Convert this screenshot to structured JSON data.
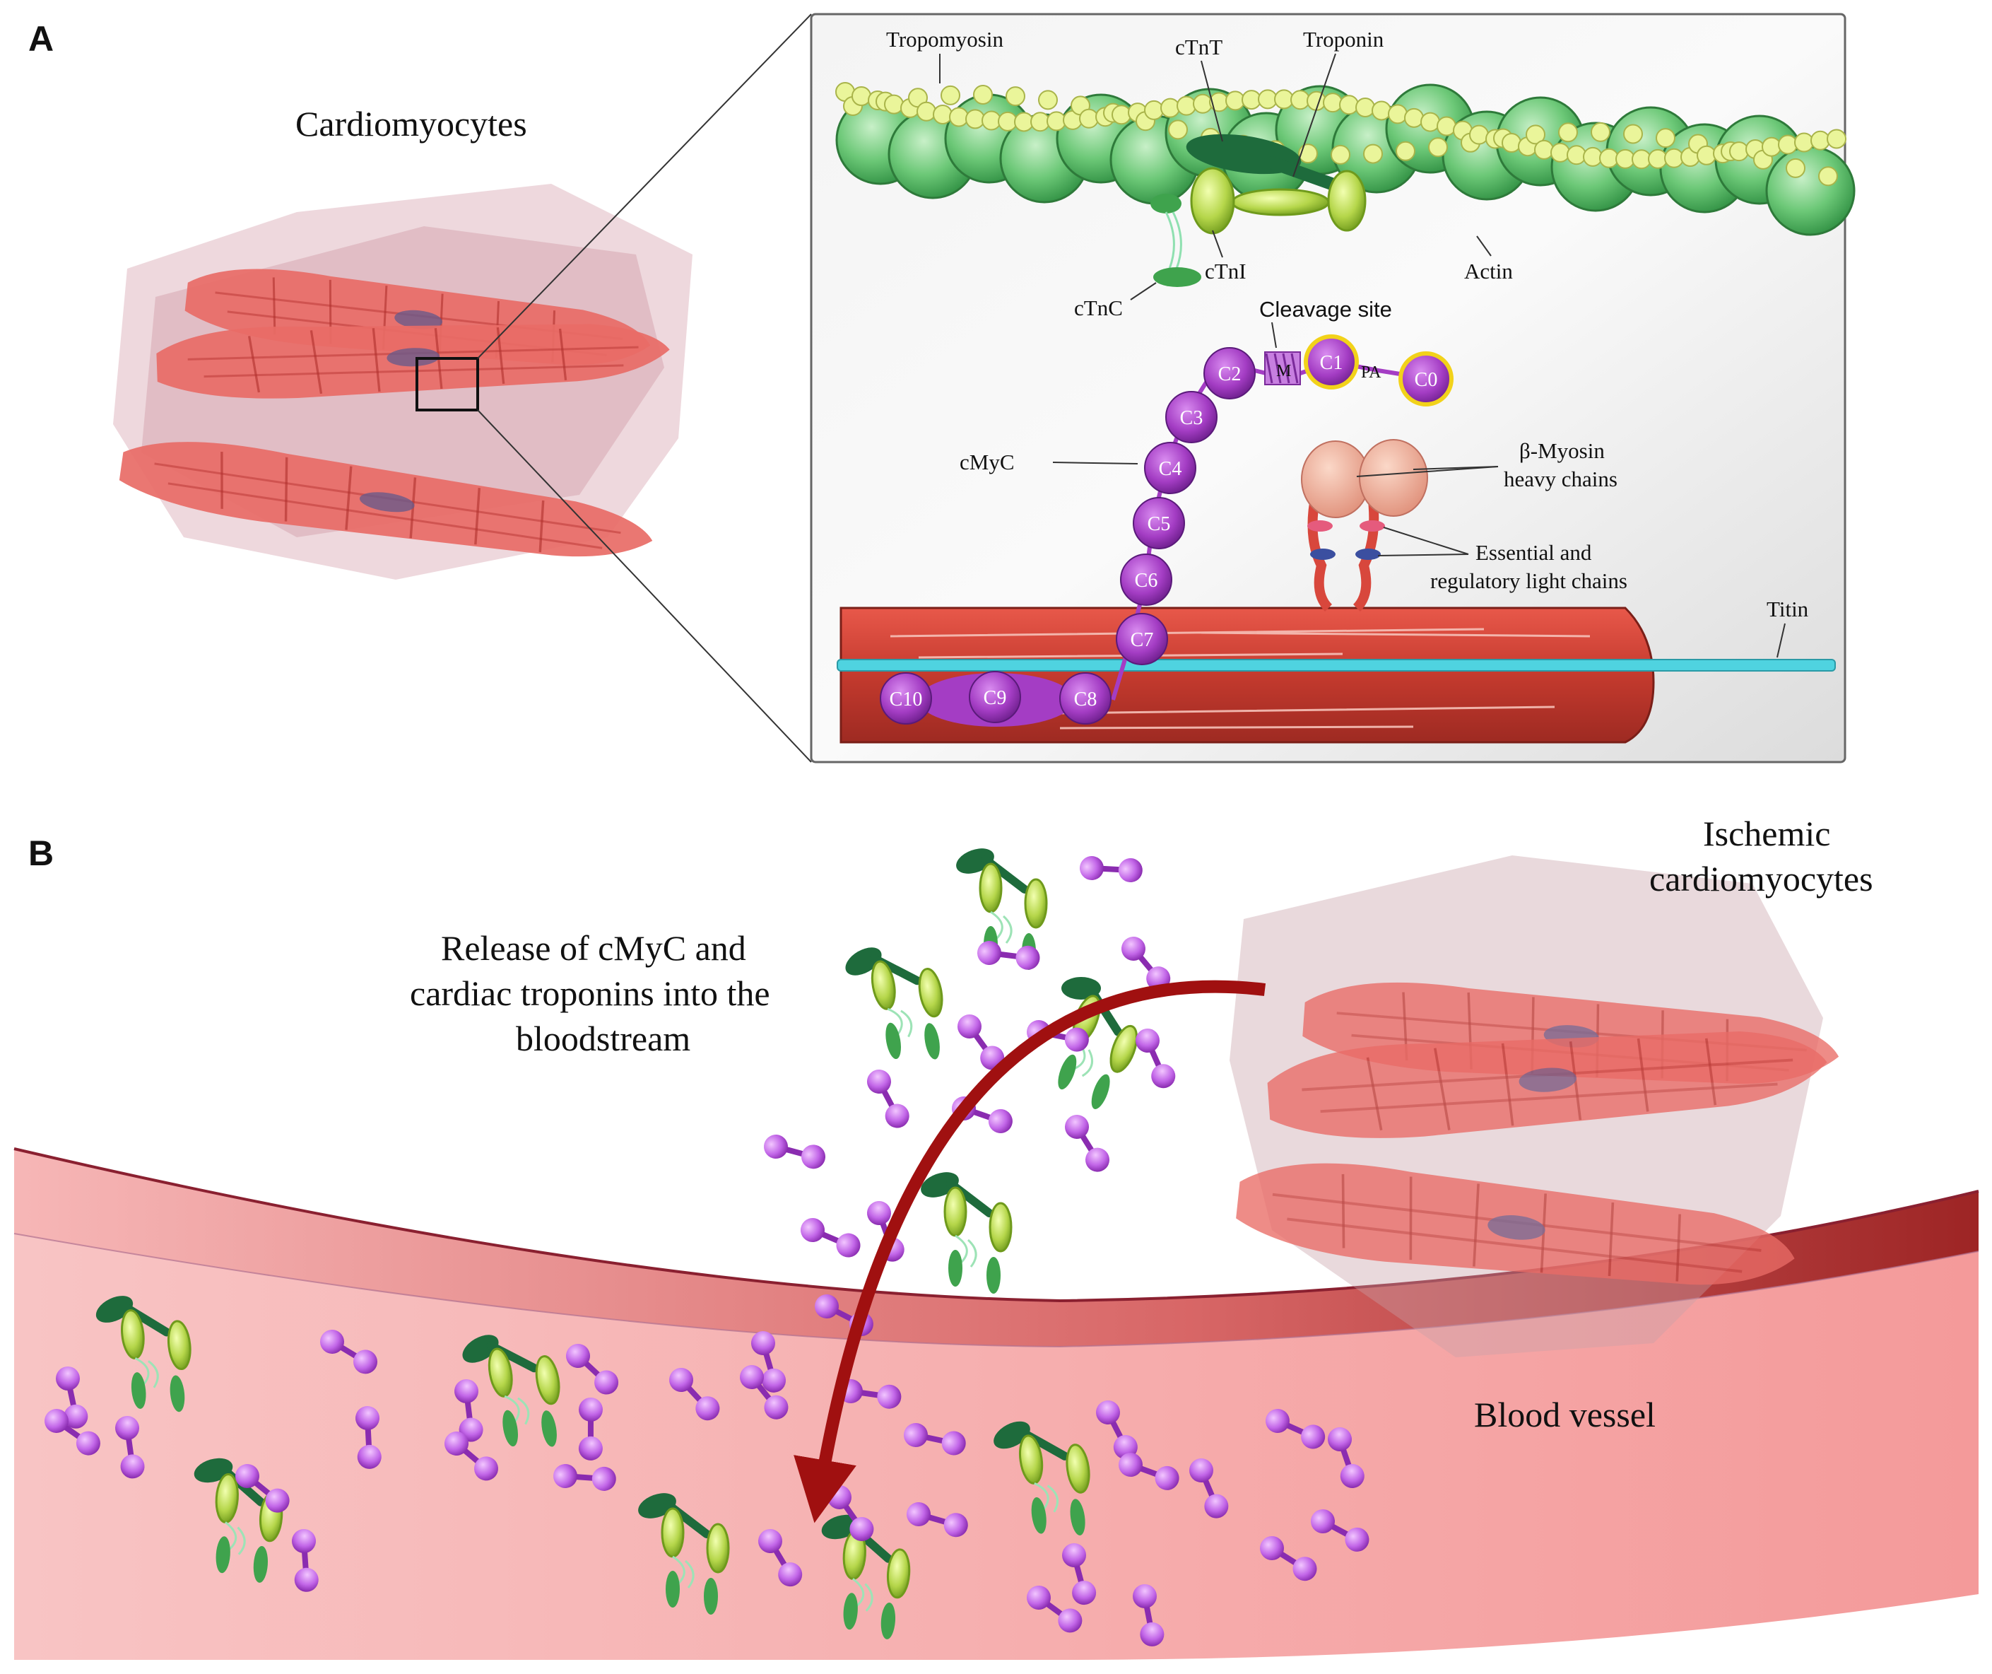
{
  "panel_a": {
    "letter": "A",
    "cardiomyocytes_label": "Cardiomyocytes",
    "labels": {
      "tropomyosin": "Tropomyosin",
      "ctnt": "cTnT",
      "troponin": "Troponin",
      "ctni": "cTnI",
      "ctnc": "cTnC",
      "actin": "Actin",
      "cleavage_site": "Cleavage site",
      "cmyc": "cMyC",
      "myosin_heavy_line1": "β-Myosin",
      "myosin_heavy_line2": "heavy chains",
      "light_chains_line1": "Essential and",
      "light_chains_line2": "regulatory light chains",
      "titin": "Titin"
    },
    "cmyc_domains": [
      "C0",
      "C1",
      "C2",
      "C3",
      "C4",
      "C5",
      "C6",
      "C7",
      "C8",
      "C9",
      "C10"
    ],
    "linker_label": "M",
    "pa_label": "PA"
  },
  "panel_b": {
    "letter": "B",
    "release_line1": "Release of cMyC and",
    "release_line2": "cardiac troponins into the",
    "release_line3": "bloodstream",
    "ischemic_line1": "Ischemic",
    "ischemic_line2": "cardiomyocytes",
    "blood_vessel": "Blood vessel"
  },
  "colors": {
    "actin": "#5fbf6a",
    "tropomyosin": "#eaf59a",
    "cmyc": "#a43dc4",
    "myosin": "#d8473c",
    "titin": "#4fd3e0",
    "vessel": "#f6a8a8",
    "arrow": "#a01010",
    "troponin_dark": "#1e6b3c"
  }
}
